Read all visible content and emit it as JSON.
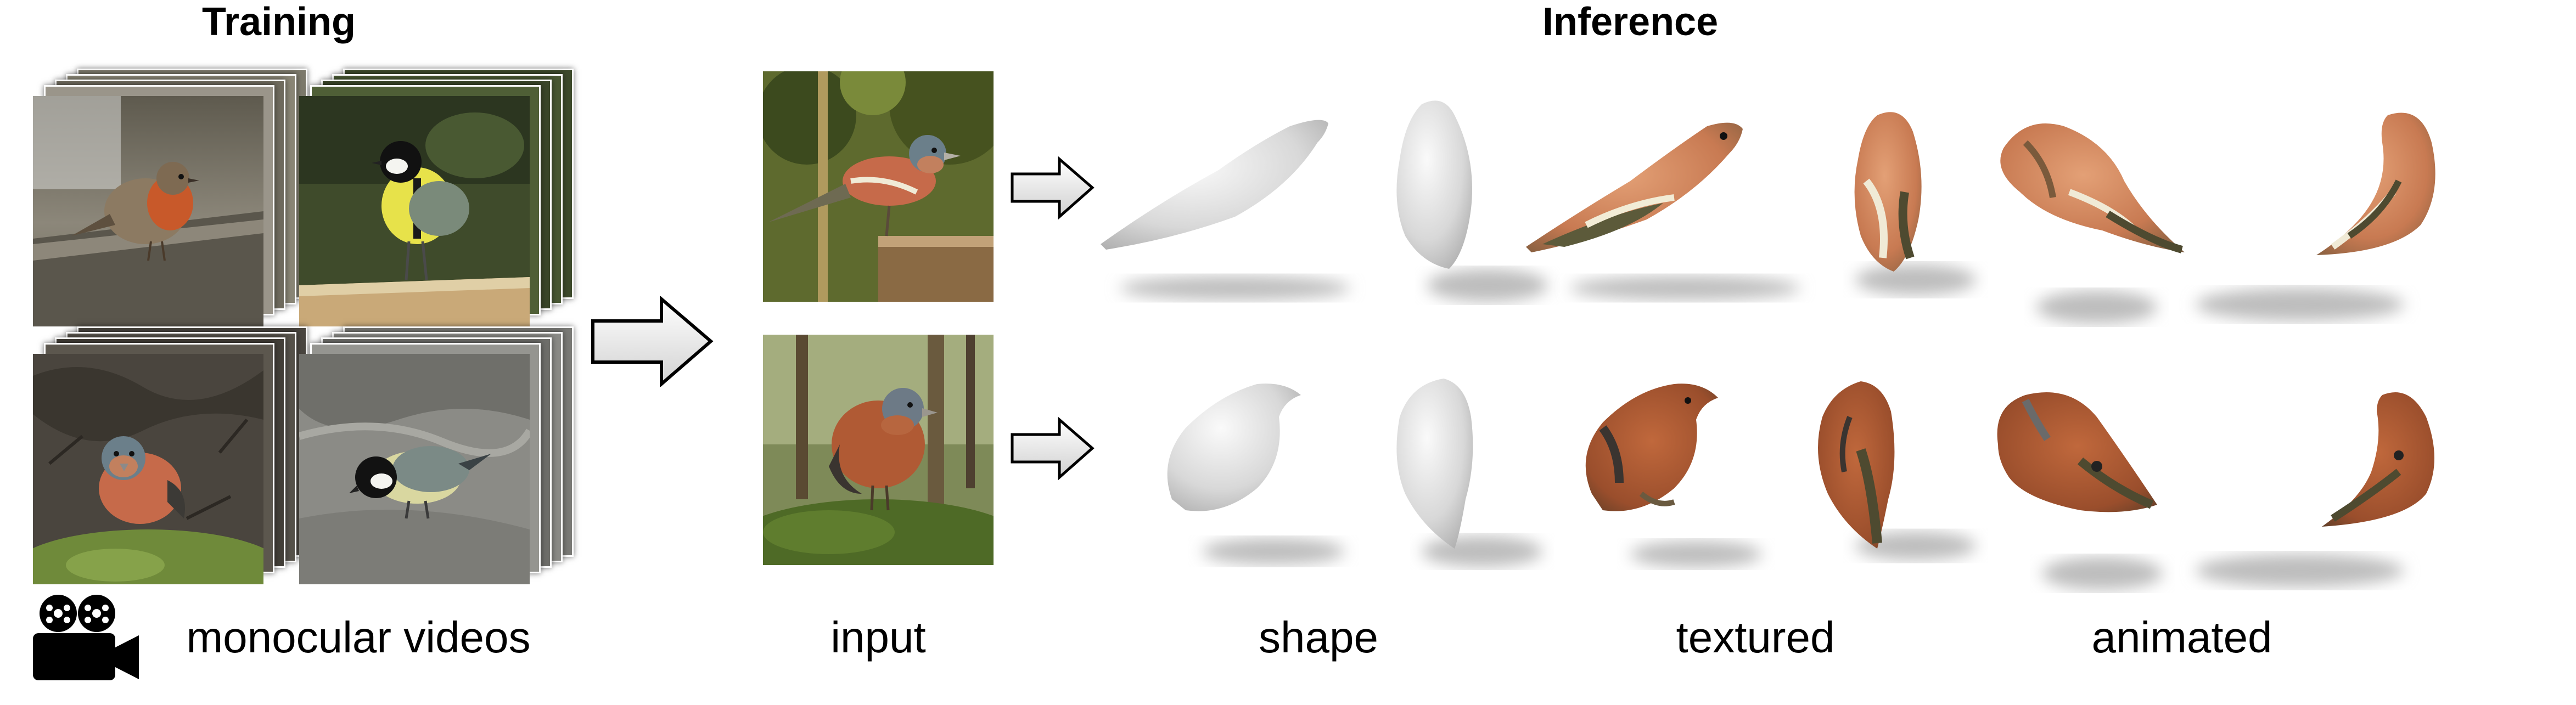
{
  "headings": {
    "training": "Training",
    "inference": "Inference"
  },
  "captions": {
    "monocular_videos": "monocular videos",
    "input": "input",
    "shape": "shape",
    "textured": "textured",
    "animated": "animated"
  },
  "icons": {
    "video_camera": "video-camera-icon",
    "arrow": "right-arrow-icon"
  },
  "colors": {
    "robin_breast": "#c8592a",
    "tit_belly": "#e7e24a",
    "chaffinch_breast": "#c66a4a",
    "mesh_gray": "#dcdcdc",
    "moss": "#6f8a3a"
  }
}
